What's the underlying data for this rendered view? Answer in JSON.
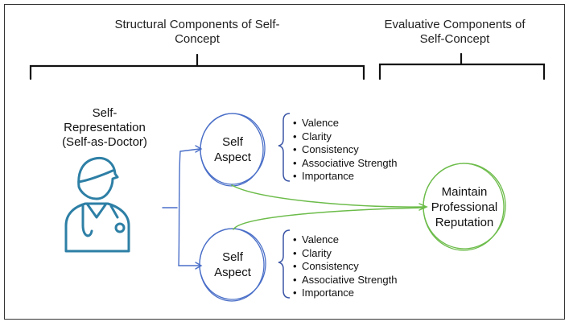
{
  "headers": {
    "structural": [
      "Structural Components of Self-",
      "Concept"
    ],
    "evaluative": [
      "Evaluative Components of",
      "Self-Concept"
    ]
  },
  "self_representation": [
    "Self-",
    "Representation",
    "(Self-as-Doctor)"
  ],
  "doctor_icon": "doctor-icon",
  "self_aspect_top": [
    "Self",
    "Aspect"
  ],
  "self_aspect_bottom": [
    "Self",
    "Aspect"
  ],
  "attributes_top": [
    "Valence",
    "Clarity",
    "Consistency",
    "Associative Strength",
    "Importance"
  ],
  "attributes_bottom": [
    "Valence",
    "Clarity",
    "Consistency",
    "Associative Strength",
    "Importance"
  ],
  "goal": [
    "Maintain",
    "Professional",
    "Reputation"
  ],
  "colors": {
    "blue": "#4a6fc8",
    "green": "#6cbc4a",
    "doctor": "#2d7fa5",
    "text": "#111111"
  }
}
